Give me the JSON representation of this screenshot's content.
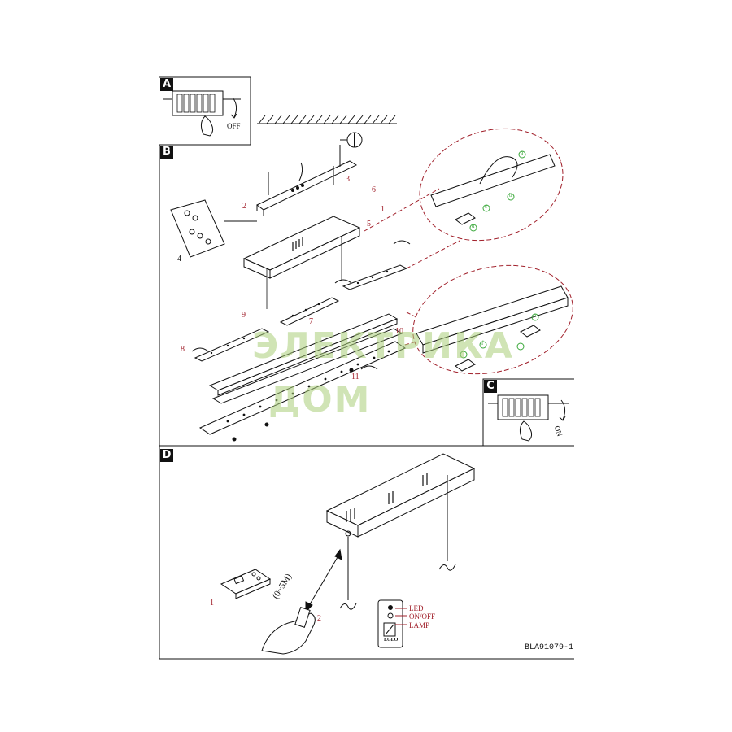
{
  "panels": {
    "a": {
      "letter": "A",
      "switch_state": "OFF"
    },
    "b": {
      "letter": "B",
      "steps": [
        "1",
        "2",
        "3",
        "4",
        "5",
        "6",
        "7",
        "8",
        "9",
        "10",
        "11"
      ],
      "detail_labels": [
        "a",
        "b",
        "c",
        "d",
        "e",
        "f"
      ]
    },
    "c": {
      "letter": "C",
      "switch_state": "ON"
    },
    "d": {
      "letter": "D",
      "distance": "(0~5M)",
      "steps": [
        "1",
        "2"
      ],
      "remote_buttons": {
        "led": "LED",
        "onoff": "ON/OFF",
        "lamp": "LAMP"
      },
      "receiver_brand": "EGLO"
    }
  },
  "drawing_code": "BLA91079-1",
  "watermark": {
    "line1": "ЭЛЕКТРИКА",
    "line2": "ДОМ"
  },
  "colors": {
    "ink": "#111111",
    "step_red": "#a1202b",
    "detail_green": "#3aa83a",
    "watermark": "#aacd78"
  }
}
